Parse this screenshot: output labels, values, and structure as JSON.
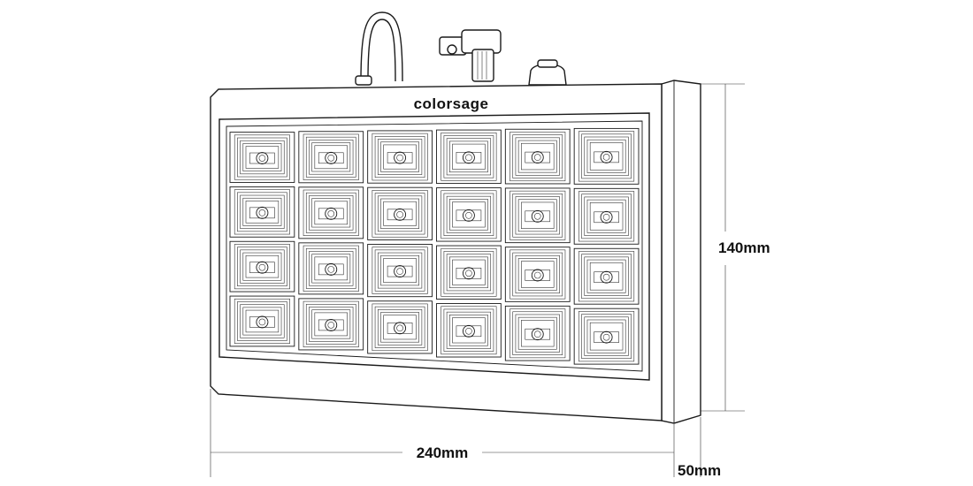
{
  "product": {
    "brand": "colorsage"
  },
  "led_grid": {
    "rows": 4,
    "columns": 6
  },
  "dimensions": {
    "width": "240mm",
    "height": "140mm",
    "depth": "50mm"
  }
}
